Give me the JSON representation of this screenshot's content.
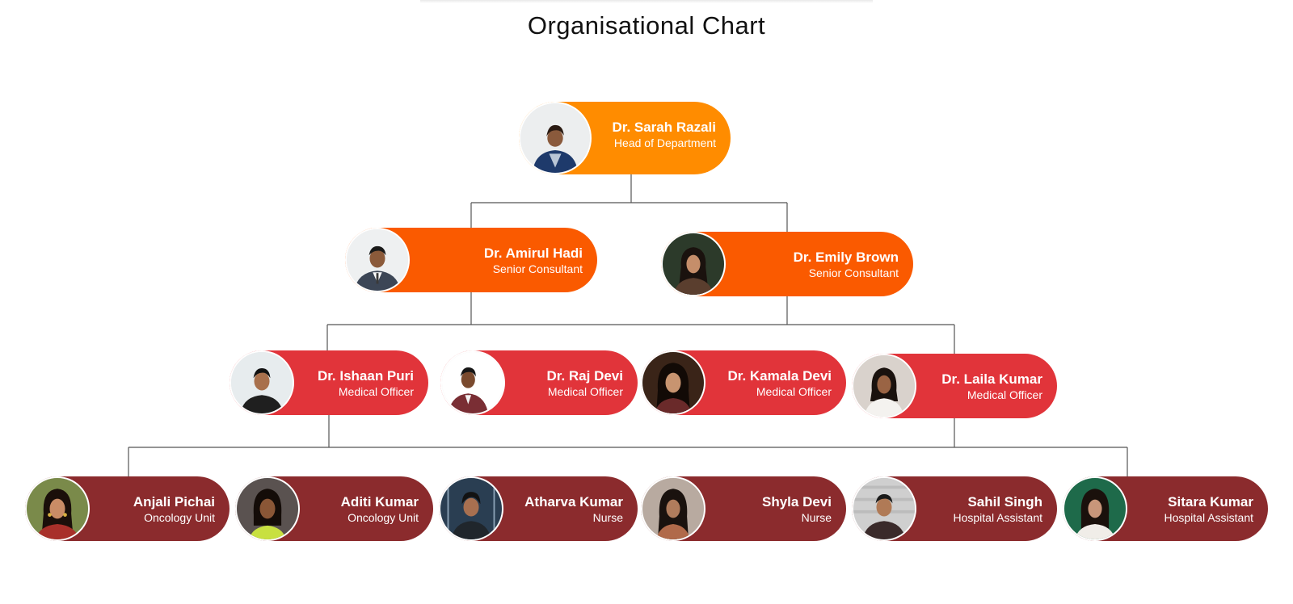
{
  "title": "Organisational Chart",
  "colors": {
    "level0": "#ff8c00",
    "level1": "#fa5a00",
    "level2": "#e1343a",
    "level3": "#8b2b2d",
    "connector": "#555555"
  },
  "nodes": [
    {
      "name": "Dr. Sarah Razali",
      "role": "Head of Department",
      "level": 0
    },
    {
      "name": "Dr. Amirul Hadi",
      "role": "Senior Consultant",
      "level": 1
    },
    {
      "name": "Dr. Emily Brown",
      "role": "Senior Consultant",
      "level": 1
    },
    {
      "name": "Dr. Ishaan Puri",
      "role": "Medical Officer",
      "level": 2
    },
    {
      "name": "Dr. Raj Devi",
      "role": "Medical Officer",
      "level": 2
    },
    {
      "name": "Dr. Kamala Devi",
      "role": "Medical Officer",
      "level": 2
    },
    {
      "name": "Dr. Laila Kumar",
      "role": "Medical Officer",
      "level": 2
    },
    {
      "name": "Anjali Pichai",
      "role": "Oncology Unit",
      "level": 3
    },
    {
      "name": "Aditi Kumar",
      "role": "Oncology Unit",
      "level": 3
    },
    {
      "name": "Atharva Kumar",
      "role": "Nurse",
      "level": 3
    },
    {
      "name": "Shyla Devi",
      "role": "Nurse",
      "level": 3
    },
    {
      "name": "Sahil Singh",
      "role": "Hospital Assistant",
      "level": 3
    },
    {
      "name": "Sitara Kumar",
      "role": "Hospital Assistant",
      "level": 3
    }
  ]
}
